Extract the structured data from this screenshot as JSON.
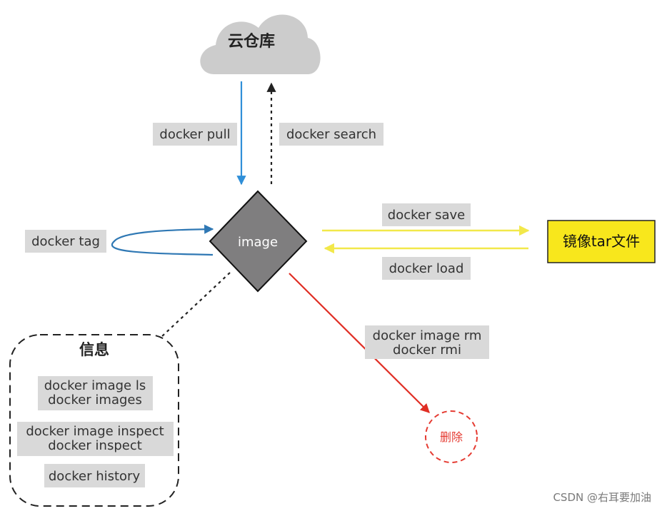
{
  "nodes": {
    "cloud": {
      "label": "云仓库"
    },
    "image": {
      "label": "image"
    },
    "tar_file": {
      "label": "镜像tar文件"
    },
    "info_group": {
      "title": "信息"
    },
    "delete": {
      "label": "删除"
    }
  },
  "commands": {
    "pull": "docker pull",
    "search": "docker search",
    "tag": "docker tag",
    "save": "docker save",
    "load": "docker load",
    "rm_line1": "docker image rm",
    "rm_line2": "docker rmi",
    "ls_line1": "docker image ls",
    "ls_line2": "docker images",
    "inspect_line1": "docker image inspect",
    "inspect_line2": "docker inspect",
    "history": "docker history"
  },
  "watermark": "CSDN @右耳要加油",
  "colors": {
    "pull_arrow": "#2f8fd8",
    "search_arrow": "#222222",
    "tag_arrow": "#2f78b4",
    "save_load_arrow": "#f2e84a",
    "rm_arrow": "#e02e24",
    "delete_circle": "#e53b32",
    "image_node": "#7f7e7f",
    "tar_box": "#f8e71c",
    "label_box": "#d9d9d9",
    "cloud": "#cccccc"
  },
  "icons": {
    "cloud": "cloud-shape",
    "image": "diamond-shape",
    "delete": "dashed-circle"
  }
}
